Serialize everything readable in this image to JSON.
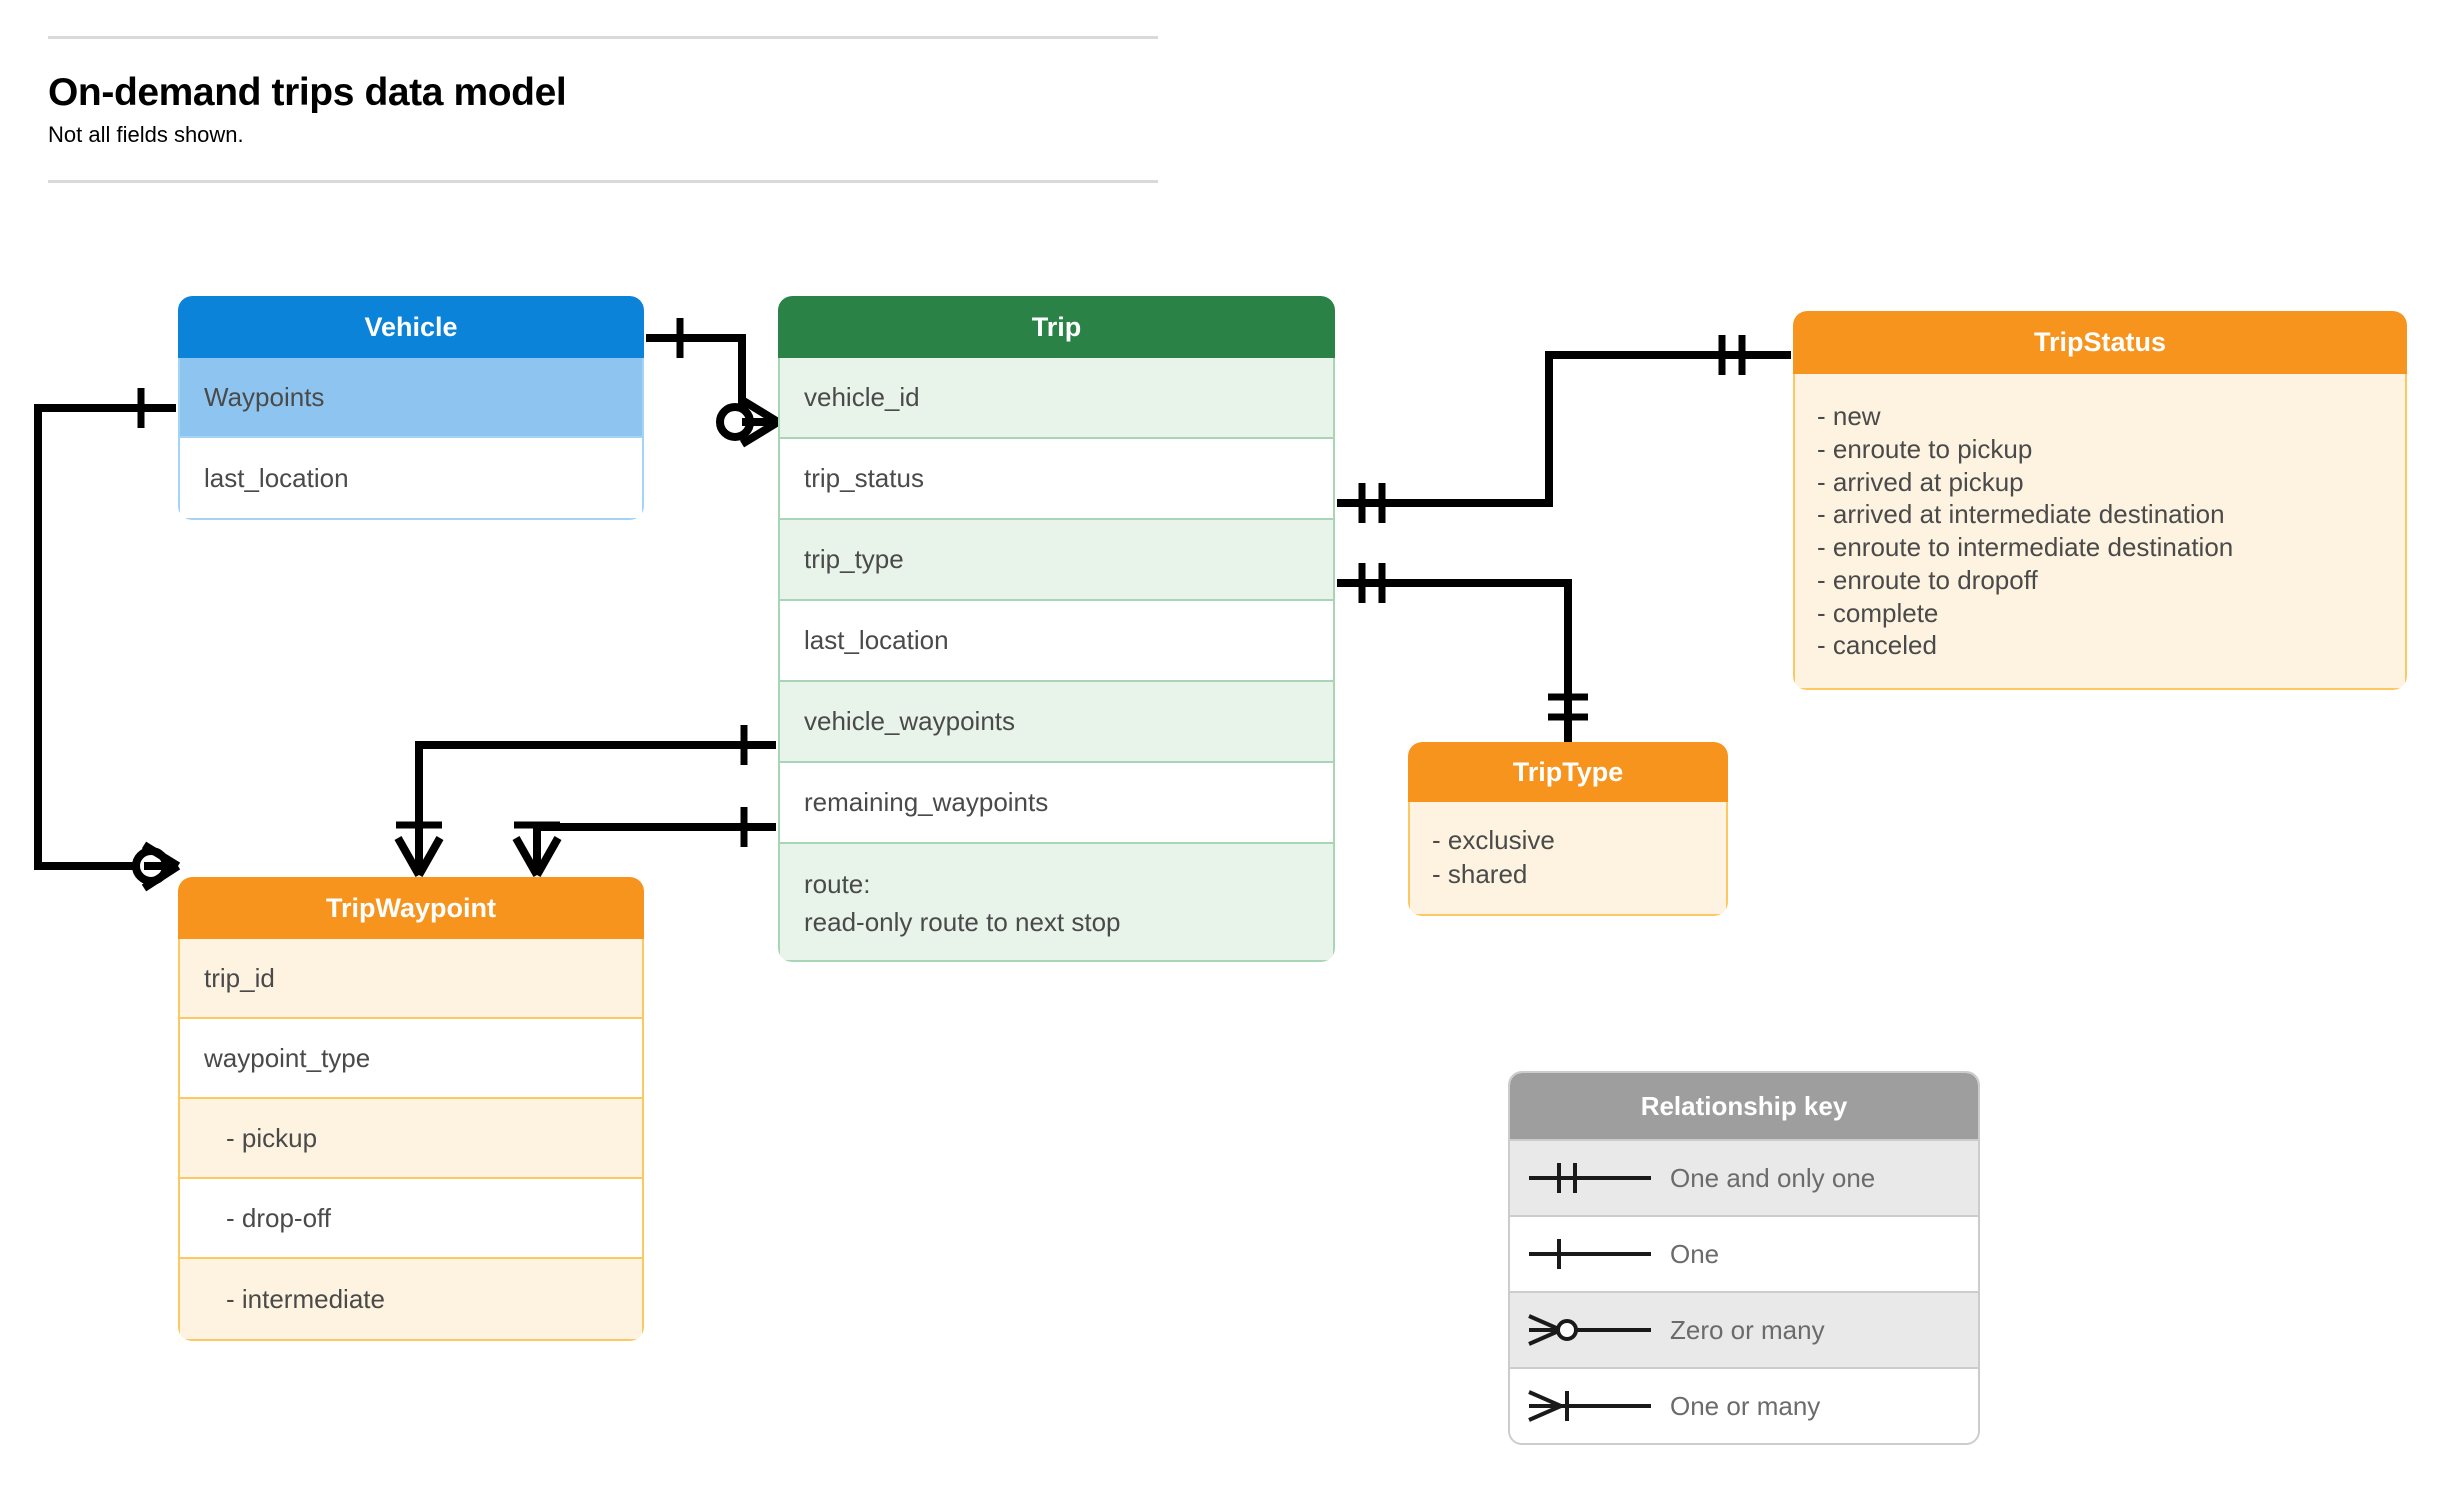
{
  "header": {
    "title": "On-demand trips data model",
    "subtitle": "Not all fields shown."
  },
  "colors": {
    "vehicle_header": "#0b83d9",
    "vehicle_highlight": "#8ec5f0",
    "vehicle_border": "#a3d3f5",
    "trip_header": "#2a8247",
    "trip_alt_row": "#e8f3ea",
    "trip_border": "#a8d5b5",
    "orange_header": "#f7941e",
    "orange_fill": "#fdf3e0",
    "orange_border": "#fcc862",
    "key_header": "#9e9e9e",
    "key_alt_row": "#e9e9e9",
    "connector": "#000000",
    "text": "#4a4a4a"
  },
  "entities": {
    "vehicle": {
      "title": "Vehicle",
      "fields": [
        {
          "label": "Waypoints"
        },
        {
          "label": "last_location"
        }
      ]
    },
    "trip": {
      "title": "Trip",
      "fields": [
        {
          "label": "vehicle_id"
        },
        {
          "label": "trip_status"
        },
        {
          "label": "trip_type"
        },
        {
          "label": "last_location"
        },
        {
          "label": "vehicle_waypoints"
        },
        {
          "label": "remaining_waypoints"
        },
        {
          "label": "route:",
          "label2": "read-only route to next stop"
        }
      ]
    },
    "tripwaypoint": {
      "title": "TripWaypoint",
      "fields": [
        {
          "label": "trip_id"
        },
        {
          "label": "waypoint_type"
        },
        {
          "label": "-  pickup"
        },
        {
          "label": "-  drop-off"
        },
        {
          "label": "-  intermediate"
        }
      ]
    },
    "tripstatus": {
      "title": "TripStatus",
      "values": [
        "- new",
        "- enroute to pickup",
        "- arrived at pickup",
        "- arrived at intermediate destination",
        "- enroute to intermediate destination",
        "- enroute to dropoff",
        "- complete",
        "- canceled"
      ]
    },
    "triptype": {
      "title": "TripType",
      "values": [
        "- exclusive",
        "- shared"
      ]
    }
  },
  "relationship_key": {
    "title": "Relationship key",
    "rows": [
      {
        "symbol": "one-and-only-one-icon",
        "label": "One and only one"
      },
      {
        "symbol": "one-icon",
        "label": "One"
      },
      {
        "symbol": "zero-or-many-icon",
        "label": "Zero or many"
      },
      {
        "symbol": "one-or-many-icon",
        "label": "One or many"
      }
    ]
  },
  "relationships": [
    {
      "from": "Vehicle",
      "to": "Trip.vehicle_id",
      "from_card": "one",
      "to_card": "zero or many"
    },
    {
      "from": "Vehicle.Waypoints",
      "to": "TripWaypoint",
      "from_card": "one",
      "to_card": "zero or many"
    },
    {
      "from": "Trip.trip_status",
      "to": "TripStatus",
      "from_card": "one and only one",
      "to_card": "one and only one"
    },
    {
      "from": "Trip.trip_type",
      "to": "TripType",
      "from_card": "one and only one",
      "to_card": "one and only one"
    },
    {
      "from": "Trip.vehicle_waypoints",
      "to": "TripWaypoint",
      "from_card": "one",
      "to_card": "one or many"
    },
    {
      "from": "Trip.remaining_waypoints",
      "to": "TripWaypoint",
      "from_card": "one",
      "to_card": "one or many"
    }
  ]
}
